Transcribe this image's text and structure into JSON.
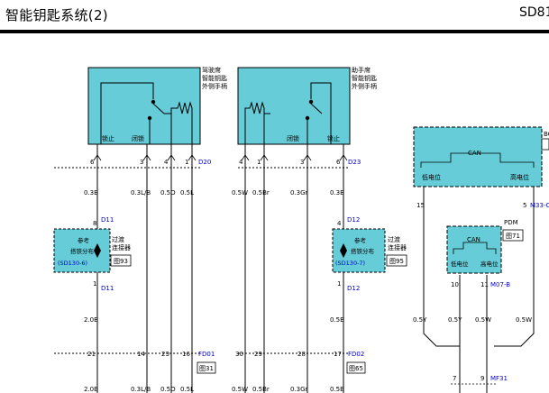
{
  "header": {
    "title": "智能钥匙系统(2)",
    "code": "SD81"
  },
  "components": {
    "driver_handle": {
      "lines": [
        "驾驶席",
        "智能钥匙",
        "外侧手柄"
      ],
      "pins": [
        "锁止",
        "闭锁"
      ]
    },
    "passenger_handle": {
      "lines": [
        "助手席",
        "智能钥匙",
        "外侧手柄"
      ],
      "pins": [
        "闭锁",
        "锁止"
      ]
    },
    "bcm": {
      "code": "BC",
      "bus": "CAN",
      "low": "低电位",
      "high": "高电位"
    },
    "pdm": {
      "name": "PDM",
      "ref": "图71",
      "bus": "CAN",
      "low": "低电位",
      "high": "高电位"
    }
  },
  "connectors": {
    "d20": {
      "id": "D20",
      "pins": [
        "6",
        "3",
        "4",
        "1"
      ]
    },
    "d23": {
      "id": "D23",
      "pins": [
        "4",
        "1",
        "3",
        "6"
      ]
    },
    "d11": {
      "id": "D11",
      "pin": "8",
      "pin2": "1"
    },
    "d12": {
      "id": "D12",
      "pin": "4",
      "pin2": "1"
    },
    "fd01": {
      "id": "FD01",
      "pins": [
        "21",
        "14",
        "23",
        "16"
      ],
      "ref": "图31"
    },
    "fd02": {
      "id": "FD02",
      "pins": [
        "30",
        "29",
        "28",
        "17"
      ],
      "ref": "图65"
    },
    "m33": {
      "id": "M33-C",
      "pins": [
        "15",
        "5"
      ]
    },
    "m07": {
      "id": "M07-B",
      "pins": [
        "10",
        "11"
      ]
    },
    "mf31": {
      "id": "MF31",
      "pins": [
        "7",
        "9"
      ]
    }
  },
  "splices": {
    "left": {
      "ref_label": "参考",
      "dist_label": "搭铁分布",
      "ref": "(SD130-6)",
      "conn_lines": [
        "过渡",
        "连接器"
      ],
      "diagram_ref": "图93"
    },
    "right": {
      "ref_label": "参考",
      "dist_label": "搭铁分布",
      "ref": "(SD130-7)",
      "conn_lines": [
        "过渡",
        "连接器"
      ],
      "diagram_ref": "图95"
    }
  },
  "wires": {
    "left_upper": [
      "0.3B",
      "0.3L/B",
      "0.5O",
      "0.5L"
    ],
    "left_mid": "2.0B",
    "left_lower": [
      "2.0B",
      "0.3L/B",
      "0.5O",
      "0.5L"
    ],
    "right_upper": [
      "0.5W",
      "0.5Br",
      "0.3Gr",
      "0.3B"
    ],
    "right_mid": "0.5B",
    "right_lower": [
      "0.5W",
      "0.5Br",
      "0.3Gr",
      "0.5B"
    ],
    "can": [
      "0.5Y",
      "0.5Y",
      "0.5W",
      "0.5W"
    ]
  },
  "colors": {
    "module_fill": "#66CCD8",
    "connector_text": "#0000CC"
  }
}
